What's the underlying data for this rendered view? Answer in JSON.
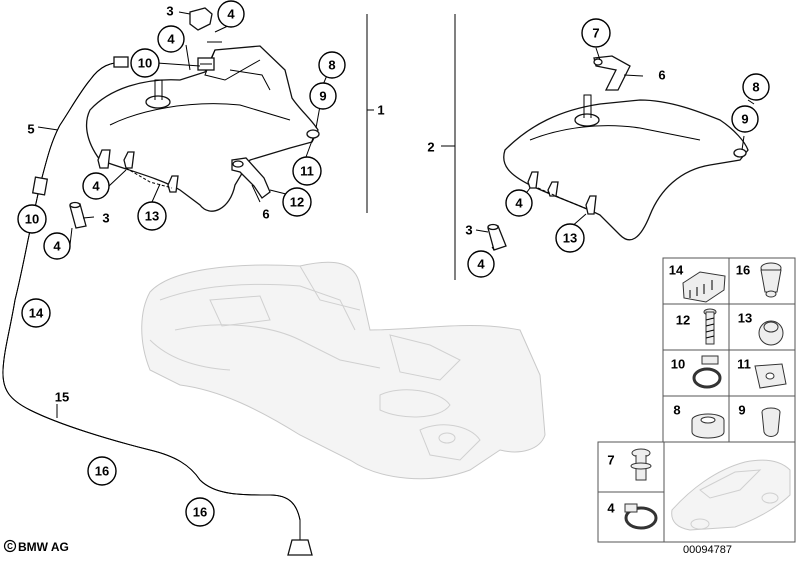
{
  "diagram": {
    "left_group_number": "1",
    "right_group_number": "2",
    "callouts": [
      {
        "id": "c4a",
        "label": "4"
      },
      {
        "id": "c4b",
        "label": "4"
      },
      {
        "id": "c10a",
        "label": "10"
      },
      {
        "id": "c8a",
        "label": "8"
      },
      {
        "id": "c9a",
        "label": "9"
      },
      {
        "id": "c11a",
        "label": "11"
      },
      {
        "id": "c12a",
        "label": "12"
      },
      {
        "id": "c4c",
        "label": "4"
      },
      {
        "id": "c13a",
        "label": "13"
      },
      {
        "id": "c10b",
        "label": "10"
      },
      {
        "id": "c4d",
        "label": "4"
      },
      {
        "id": "c14a",
        "label": "14"
      },
      {
        "id": "c16a",
        "label": "16"
      },
      {
        "id": "c16b",
        "label": "16"
      },
      {
        "id": "c7a",
        "label": "7"
      },
      {
        "id": "c8b",
        "label": "8"
      },
      {
        "id": "c9b",
        "label": "9"
      },
      {
        "id": "c4e",
        "label": "4"
      },
      {
        "id": "c13b",
        "label": "13"
      },
      {
        "id": "c4f",
        "label": "4"
      }
    ],
    "plain_labels": [
      {
        "id": "p3a",
        "label": "3"
      },
      {
        "id": "p5",
        "label": "5"
      },
      {
        "id": "p3b",
        "label": "3"
      },
      {
        "id": "p6a",
        "label": "6"
      },
      {
        "id": "p15",
        "label": "15"
      },
      {
        "id": "p6b",
        "label": "6"
      },
      {
        "id": "p3c",
        "label": "3"
      }
    ]
  },
  "parts_grid": [
    {
      "left": "14",
      "right": "16"
    },
    {
      "left": "12",
      "right": "13"
    },
    {
      "left": "10",
      "right": "11"
    },
    {
      "left": "8",
      "right": "9"
    },
    {
      "left": "7",
      "right": ""
    },
    {
      "left": "4",
      "right": ""
    }
  ],
  "footer": {
    "brand": "BMW AG",
    "diagram_number": "00094787"
  }
}
